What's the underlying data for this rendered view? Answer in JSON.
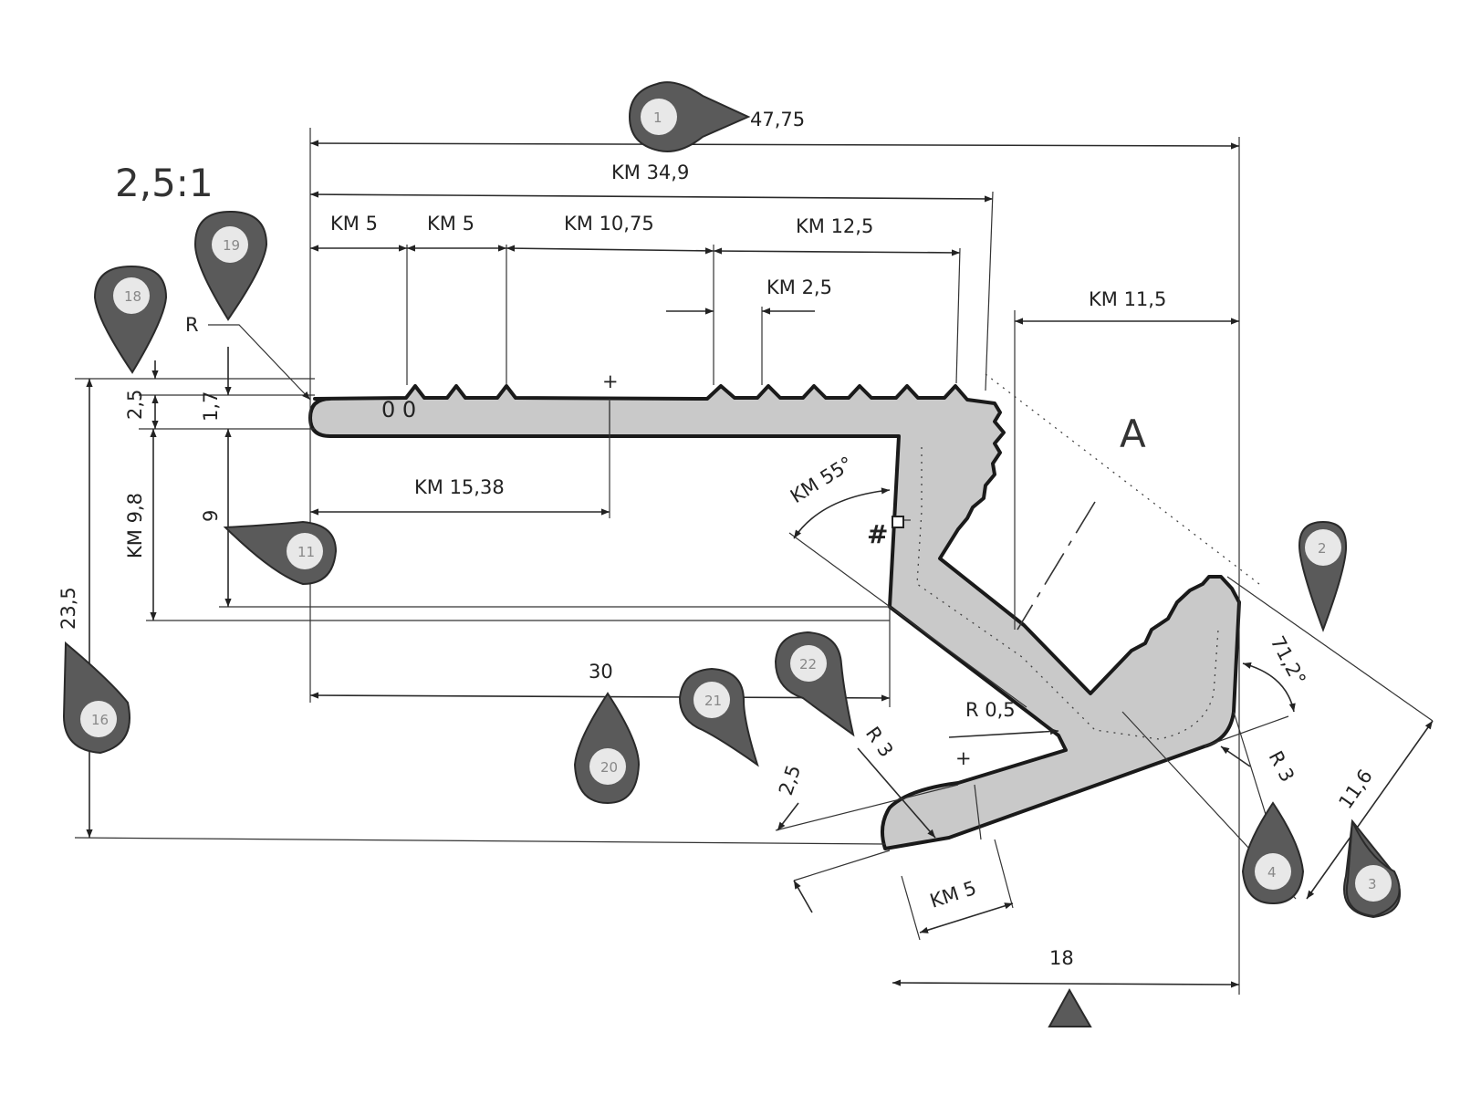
{
  "scale": "2,5:1",
  "section_mark": "A",
  "hash_mark": "#",
  "r_label": "R",
  "oo_label": "0 0",
  "plus_mark": "+",
  "dimensions": {
    "d_47_75": "47,75",
    "km_34_9": "KM 34,9",
    "km_5_a": "KM 5",
    "km_5_b": "KM 5",
    "km_10_75": "KM 10,75",
    "km_12_5": "KM 12,5",
    "km_2_5": "KM 2,5",
    "km_11_5": "KM 11,5",
    "d_2_5_left": "2,5",
    "d_1_7": "1,7",
    "d_9": "9",
    "km_9_8": "KM 9,8",
    "d_23_5": "23,5",
    "km_15_38": "KM 15,38",
    "d_30": "30",
    "km_55": "KM 55°",
    "d_71_2": "71,2°",
    "r_0_5": "R 0,5",
    "r_3_a": "R 3",
    "r_3_b": "R 3",
    "d_2_5_low": "2,5",
    "km_5_low": "KM 5",
    "d_11_6": "11,6",
    "d_18": "18"
  },
  "callouts": [
    {
      "id": "callout-1",
      "number": "1"
    },
    {
      "id": "callout-2",
      "number": "2"
    },
    {
      "id": "callout-3",
      "number": "3"
    },
    {
      "id": "callout-4",
      "number": "4"
    },
    {
      "id": "callout-11",
      "number": "11"
    },
    {
      "id": "callout-16",
      "number": "16"
    },
    {
      "id": "callout-18",
      "number": "18"
    },
    {
      "id": "callout-19",
      "number": "19"
    },
    {
      "id": "callout-20",
      "number": "20"
    },
    {
      "id": "callout-21",
      "number": "21"
    },
    {
      "id": "callout-22",
      "number": "22"
    }
  ]
}
